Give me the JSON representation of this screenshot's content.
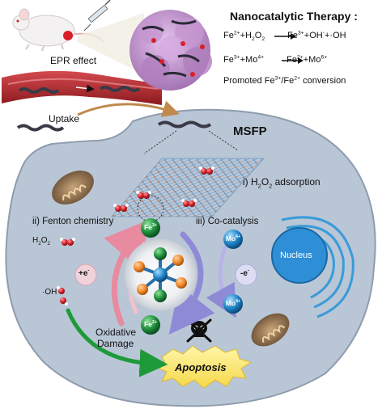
{
  "therapy": {
    "title": "Nanocatalytic Therapy :",
    "eq1": {
      "p1": "Fe",
      "s1": "2+",
      "p2": "+H",
      "b2": "2",
      "p3": "O",
      "b3": "2",
      "p4": "Fe",
      "s4": "3+",
      "p5": "+OH",
      "s5": "-",
      "p6": "+·OH"
    },
    "eq2": {
      "p1": "Fe",
      "s1": "3+",
      "p2": "+Mo",
      "s2": "4+",
      "p3": "Fe",
      "s3": "2+",
      "p4": "+Mo",
      "s4": "6+"
    },
    "eq3": {
      "p1": "Promoted Fe",
      "s1": "3+",
      "p2": "/Fe",
      "s2": "2+",
      "p3": " conversion"
    }
  },
  "labels": {
    "epr": "EPR effect",
    "uptake": "Uptake",
    "msfp": "MSFP",
    "adsorption": {
      "p1": "i) H",
      "b1": "2",
      "p2": "O",
      "b2": "2",
      "p3": " adsorption"
    },
    "fenton": "ii) Fenton chemistry",
    "cocatalysis": "iii) Co-catalysis",
    "nucleus": "Nucleus",
    "h2o2": {
      "p1": "H",
      "b1": "2",
      "p2": "O",
      "b2": "2"
    },
    "oh": "·OH",
    "plus_e": {
      "p1": "+e",
      "s1": "-"
    },
    "minus_e": {
      "p1": "-e",
      "s1": "-"
    },
    "oxidative": "Oxidative",
    "damage": "Damage",
    "apoptosis": "Apoptosis"
  },
  "ions": {
    "fe3": {
      "p": "Fe",
      "s": "3+"
    },
    "fe2": {
      "p": "Fe",
      "s": "2+"
    },
    "mo6": {
      "p": "Mo",
      "s": "6+"
    },
    "mo4": {
      "p": "Mo",
      "s": "4+"
    }
  },
  "colors": {
    "cell_fill": "#b9c6d6",
    "cell_border": "#8e9cae",
    "vessel": "#b3282d",
    "tumor": "#b788c2",
    "fenton_arrow": "#e88aa0",
    "cocatalysis_arrow": "#8e8ad6",
    "apoptosis_arrow": "#1f9a3a",
    "fe_sphere": "#1f8f3c",
    "mo_sphere": "#1f86c8",
    "ion_orange": "#f08a2a"
  }
}
